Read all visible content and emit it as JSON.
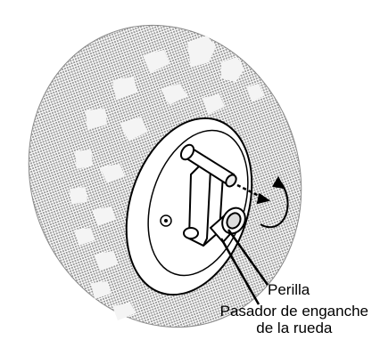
{
  "labels": {
    "knob": "Perilla",
    "wheel_pin_line1": "Pasador de enganche",
    "wheel_pin_line2": "de la rueda"
  },
  "colors": {
    "tire_shade": "#a6a6a6",
    "tread_block": "#f4f4f4",
    "outline": "#000000",
    "background": "#ffffff"
  },
  "icons": {
    "rotation_direction": "curved-arrow-icon"
  }
}
